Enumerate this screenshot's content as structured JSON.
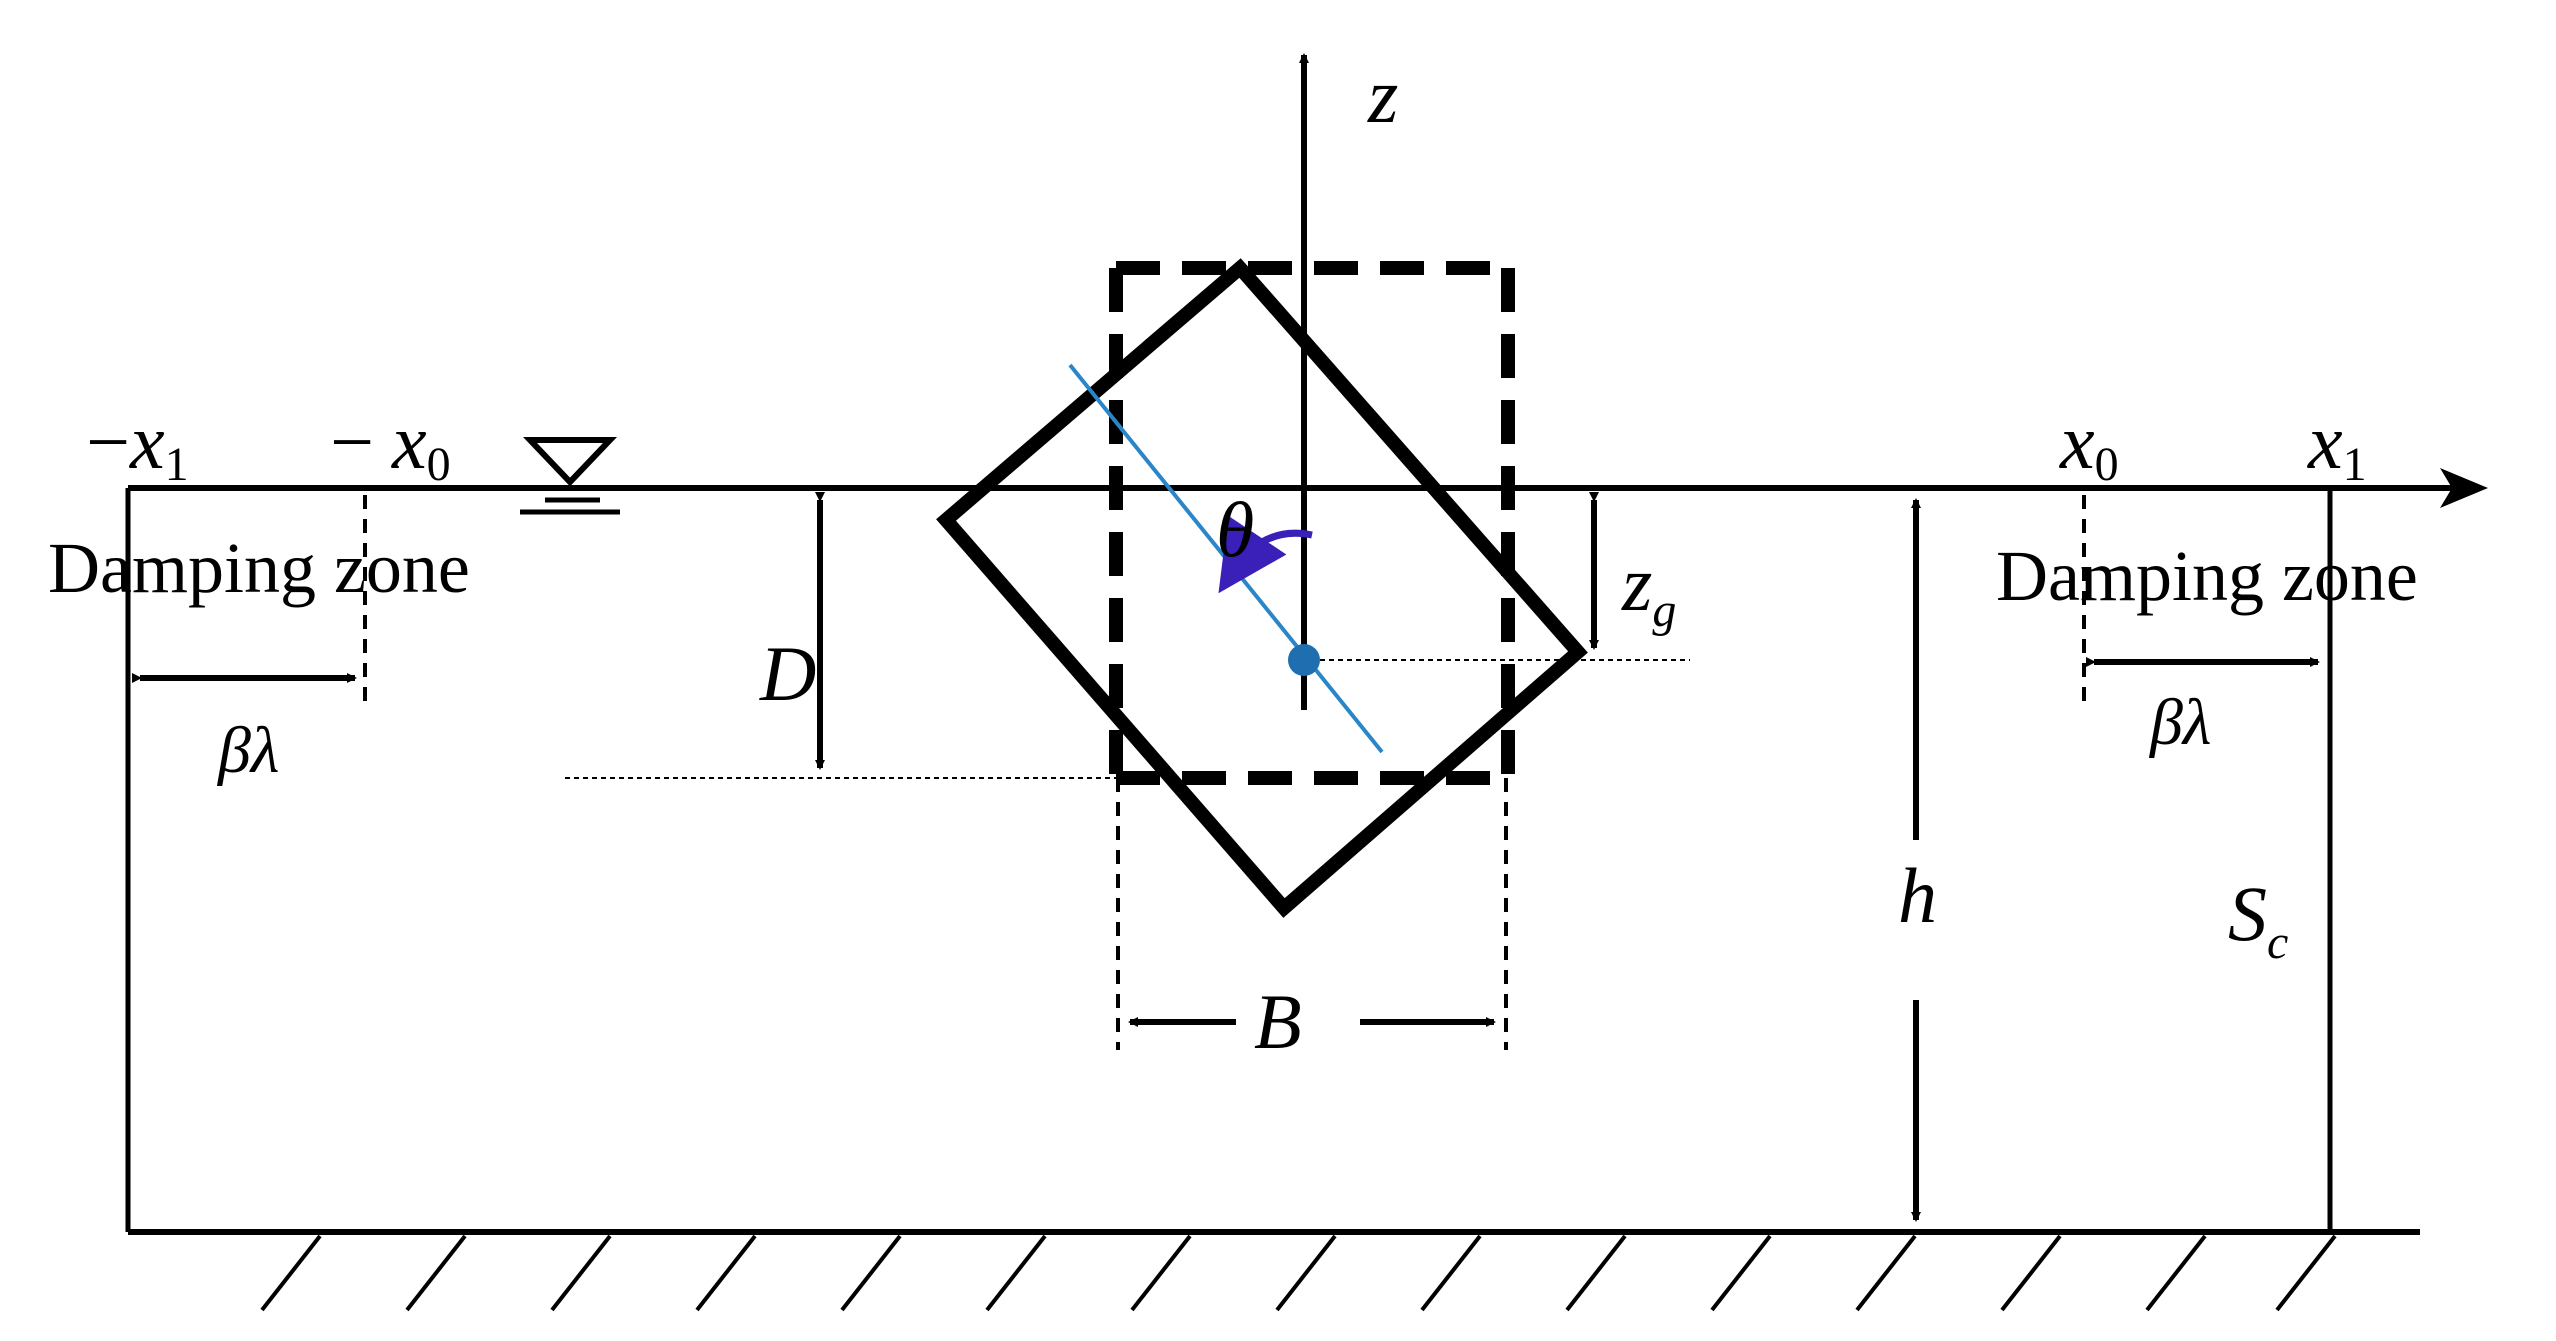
{
  "labels": {
    "neg_x1_prefix": "−",
    "neg_x1_var": "x",
    "neg_x1_sub": "1",
    "neg_x0_prefix": "−",
    "neg_x0_var": "x",
    "neg_x0_sub": "0",
    "x0_var": "x",
    "x0_sub": "0",
    "x1_var": "x",
    "x1_sub": "1",
    "z_axis": "z",
    "theta": "θ",
    "zg_var": "z",
    "zg_sub": "g",
    "D": "D",
    "B": "B",
    "h": "h",
    "Sc_var": "S",
    "Sc_sub": "c",
    "damping_left": "Damping zone",
    "damping_right": "Damping zone",
    "beta_lambda_left": "βλ",
    "beta_lambda_right": "βλ"
  },
  "colors": {
    "ink": "#000000",
    "centroid": "#1f6fb0",
    "axis_line": "#2a86c8",
    "angle_arc": "#3a1fb8"
  }
}
